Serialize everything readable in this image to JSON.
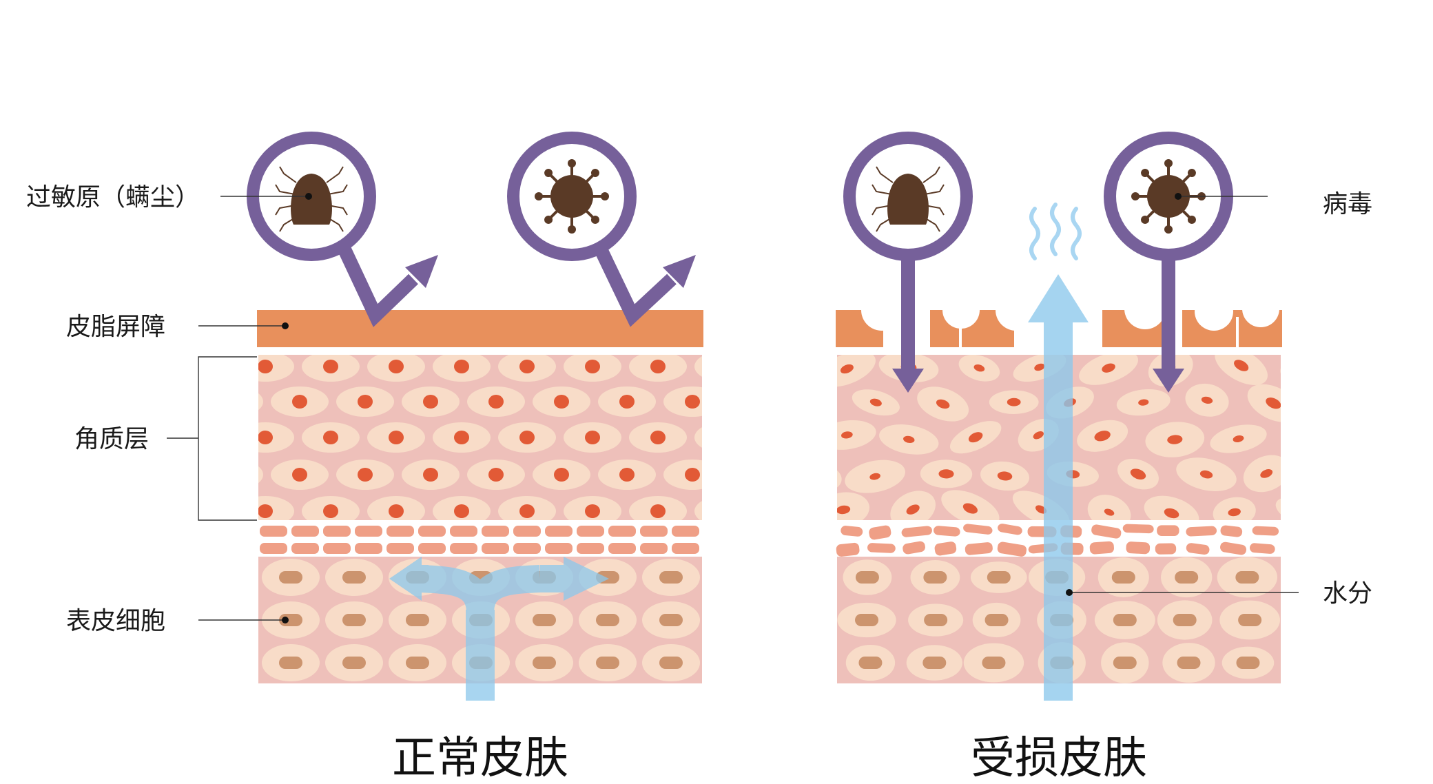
{
  "labels": {
    "allergen": "过敏原（螨尘）",
    "sebum_barrier": "皮脂屏障",
    "stratum_corneum": "角质层",
    "epidermal_cells": "表皮细胞",
    "virus": "病毒",
    "moisture": "水分"
  },
  "captions": {
    "normal": "正常皮肤",
    "damaged": "受损皮肤"
  },
  "colors": {
    "circle_ring": "#76609a",
    "arrow": "#76609a",
    "germ": "#5a3a26",
    "sebum": "#e8905c",
    "stratum_bg": "#eec0ba",
    "cell_fill": "#f8dcc8",
    "cell_nucleus": "#e25a36",
    "granular": "#ef9f86",
    "epidermis_nucleus": "#cc946e",
    "water": "#8cc8ec"
  }
}
